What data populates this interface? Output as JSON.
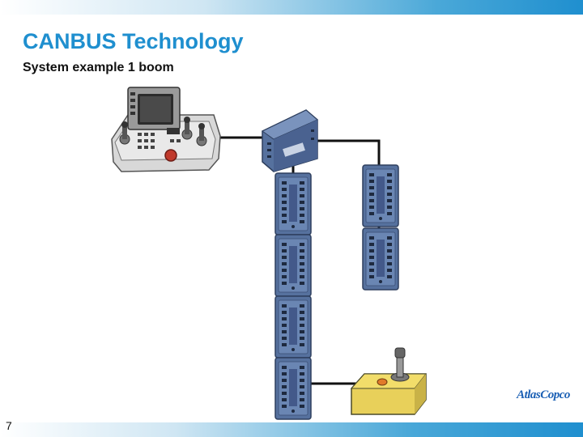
{
  "header": {
    "title": "CANBUS Technology",
    "subtitle": "System example 1 boom"
  },
  "footer": {
    "page_number": "7",
    "logo_text": "AtlasCopco"
  },
  "colors": {
    "accent": "#1f8fcf",
    "module_blue": "#56719e",
    "cable": "#111111",
    "joystick_box": "#f2dd6a"
  },
  "diagram": {
    "components": [
      {
        "name": "operator-control-panel",
        "icon": "control-panel-with-display"
      },
      {
        "name": "main-controller-unit",
        "icon": "controller-module"
      },
      {
        "name": "io-module",
        "icon": "io-module",
        "count_left_column": 4,
        "count_right_column": 2
      },
      {
        "name": "joystick-box",
        "icon": "joystick"
      }
    ]
  }
}
